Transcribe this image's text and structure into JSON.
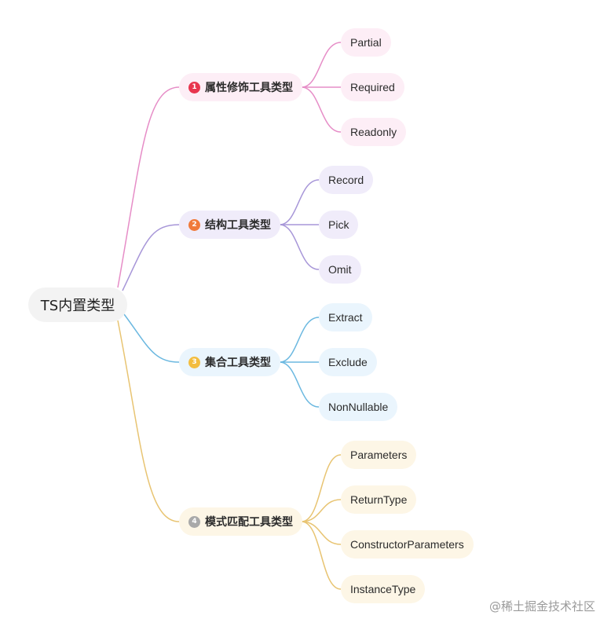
{
  "root": {
    "label": "TS内置类型"
  },
  "colors": {
    "pink": "#e68dc7",
    "purple": "#a796d8",
    "blue": "#6bb8e0",
    "gold": "#e8c472"
  },
  "branches": [
    {
      "label": "属性修饰工具类型",
      "badge": "1",
      "badge_color": "#e8364f",
      "bg": "#fdeef6",
      "leaves": [
        "Partial",
        "Required",
        "Readonly"
      ]
    },
    {
      "label": "结构工具类型",
      "badge": "2",
      "badge_color": "#f07a3a",
      "bg": "#f0ecfa",
      "leaves": [
        "Record",
        "Pick",
        "Omit"
      ]
    },
    {
      "label": "集合工具类型",
      "badge": "3",
      "badge_color": "#f3bd3f",
      "bg": "#eaf5fd",
      "leaves": [
        "Extract",
        "Exclude",
        "NonNullable"
      ]
    },
    {
      "label": "模式匹配工具类型",
      "badge": "4",
      "badge_color": "#a9a9a9",
      "bg": "#fdf6e6",
      "leaves": [
        "Parameters",
        "ReturnType",
        "ConstructorParameters",
        "InstanceType"
      ]
    }
  ],
  "watermark": "@稀土掘金技术社区"
}
